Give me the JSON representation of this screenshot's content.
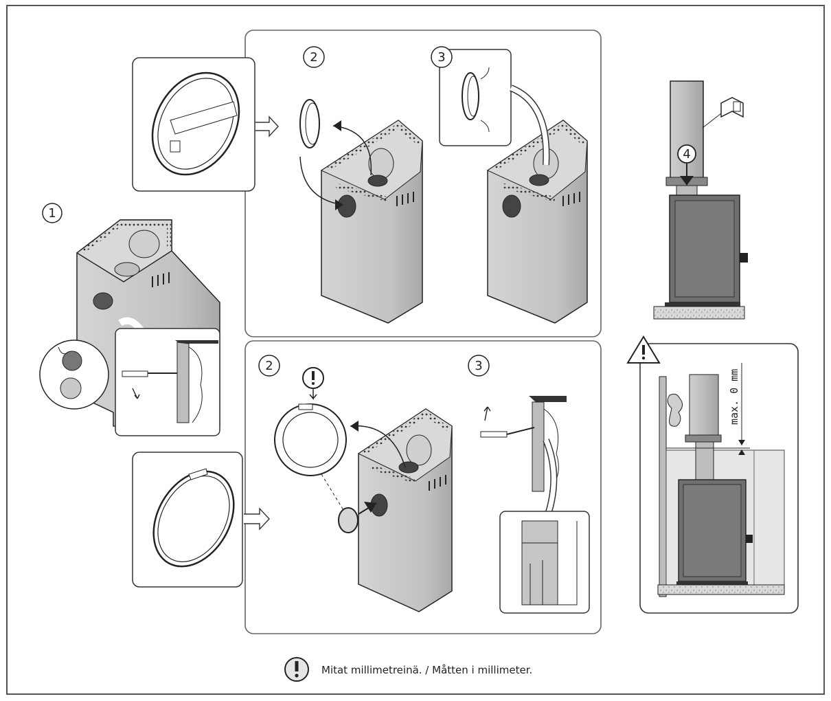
{
  "steps": {
    "step1": "1",
    "step2_top": "2",
    "step3_top": "3",
    "step2_bottom": "2",
    "step3_bottom": "3",
    "step4": "4"
  },
  "warning": {
    "dimension_label": "max. 0 mm"
  },
  "footer": {
    "note": "Mitat millimetreinä. / Måtten i millimeter."
  },
  "colors": {
    "line": "#222222",
    "stove_fill": "#c9c9c9",
    "stove_dark": "#6f6f6f",
    "pipe_fill": "#bdbdbd",
    "panel_border": "#555555"
  }
}
